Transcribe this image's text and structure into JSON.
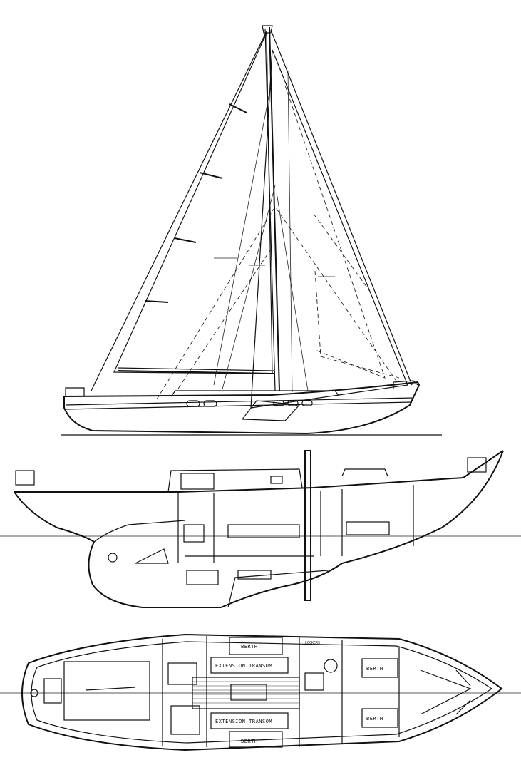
{
  "plan_labels": {
    "extension_transom_upper": "EXTENSION TRANSOM",
    "extension_transom_lower": "EXTENSION TRANSOM",
    "berth_upper": "BERTH",
    "berth_lower": "BERTH",
    "berth_fwd_upper": "BERTH",
    "berth_fwd_lower": "BERTH",
    "lockers": "LOCKERS"
  },
  "colors": {
    "ink": "#111111",
    "paper": "#ffffff"
  }
}
